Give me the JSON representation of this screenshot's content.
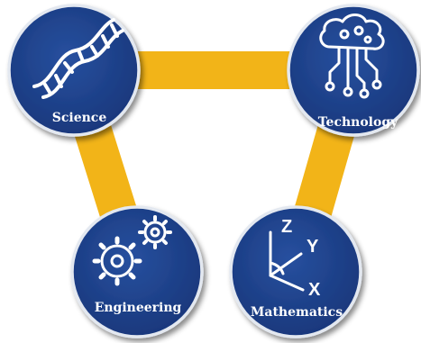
{
  "diagram": {
    "nodes": [
      {
        "id": "science",
        "label": "Science",
        "icon": "dna-icon"
      },
      {
        "id": "technology",
        "label": "Technology",
        "icon": "circuit-brain-icon"
      },
      {
        "id": "engineering",
        "label": "Engineering",
        "icon": "gears-icon"
      },
      {
        "id": "mathematics",
        "label": "Mathematics",
        "icon": "xyz-axes-icon"
      }
    ],
    "connections": [
      [
        "science",
        "technology"
      ],
      [
        "science",
        "engineering"
      ],
      [
        "technology",
        "mathematics"
      ]
    ],
    "axis_letters": {
      "z": "Z",
      "y": "Y",
      "x": "X"
    },
    "colors": {
      "circle_fill": "#1f4290",
      "circle_border": "#e3e8f0",
      "connector": "#f2b418",
      "icon": "#ffffff"
    }
  }
}
